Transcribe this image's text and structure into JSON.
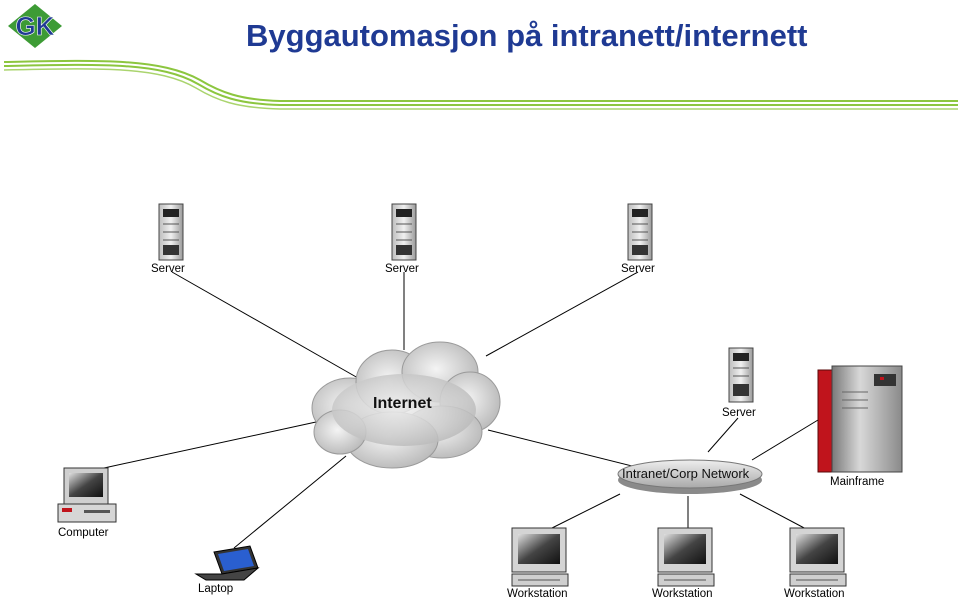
{
  "logo": {
    "text": "GK"
  },
  "slide": {
    "title": "Byggautomasjon på intranett/internett"
  },
  "nodes": {
    "server1": "Server",
    "server2": "Server",
    "server3": "Server",
    "server4": "Server",
    "internet": "Internet",
    "intranet": "Intranet/Corp Network",
    "mainframe": "Mainframe",
    "computer": "Computer",
    "laptop": "Laptop",
    "workstation1": "Workstation",
    "workstation2": "Workstation",
    "workstation3": "Workstation"
  },
  "colors": {
    "title": "#1f3a93",
    "logo_green": "#3d9b35",
    "logo_blue": "#1f3a93",
    "accent_line": "#8cc63f",
    "mainframe_red": "#c0141c"
  }
}
